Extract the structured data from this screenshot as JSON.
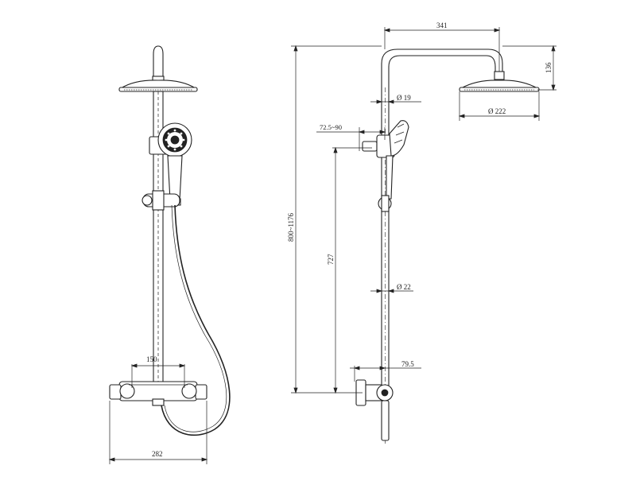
{
  "dimensions": {
    "width_bottom": "282",
    "centers": "150",
    "arm_length": "341",
    "arm_height": "136",
    "head_diameter": "Ø 222",
    "arm_tube_diameter": "Ø 19",
    "holder_angle": "72.5~90",
    "total_height": "800~1176",
    "rail_length": "727",
    "rail_diameter": "Ø 22",
    "wall_offset": "79.5"
  }
}
